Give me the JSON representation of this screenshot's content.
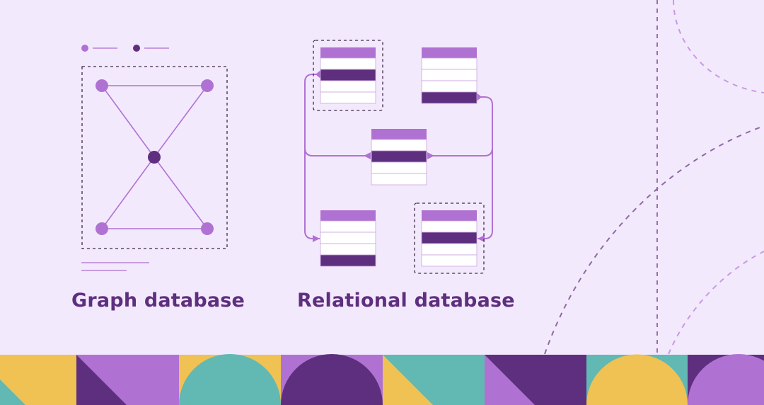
{
  "labels": {
    "graph": "Graph database",
    "relational": "Relational database"
  },
  "colors": {
    "background": "#f3e9fd",
    "light_purple": "#b072d2",
    "dark_purple": "#5e2f7f",
    "teal": "#62b8b2",
    "yellow": "#f0c153",
    "row_white": "#ffffff",
    "dashed": "#3d2a48"
  },
  "graph": {
    "nodes": [
      {
        "id": "top-left",
        "tone": "light"
      },
      {
        "id": "top-right",
        "tone": "light"
      },
      {
        "id": "center",
        "tone": "dark"
      },
      {
        "id": "bottom-left",
        "tone": "light"
      },
      {
        "id": "bottom-right",
        "tone": "light"
      }
    ],
    "edges": [
      [
        "top-left",
        "top-right"
      ],
      [
        "top-left",
        "center"
      ],
      [
        "top-right",
        "center"
      ],
      [
        "center",
        "bottom-left"
      ],
      [
        "center",
        "bottom-right"
      ],
      [
        "bottom-left",
        "bottom-right"
      ]
    ]
  },
  "relational": {
    "tables": [
      {
        "id": "table-top-left",
        "rows": [
          "white",
          "dark",
          "white",
          "white"
        ],
        "selected": true
      },
      {
        "id": "table-top-right",
        "rows": [
          "white",
          "white",
          "white",
          "dark"
        ],
        "selected": false
      },
      {
        "id": "table-center",
        "rows": [
          "white",
          "dark",
          "white",
          "white"
        ],
        "selected": false
      },
      {
        "id": "table-bottom-left",
        "rows": [
          "white",
          "white",
          "white",
          "dark"
        ],
        "selected": false
      },
      {
        "id": "table-bottom-right",
        "rows": [
          "white",
          "dark",
          "white",
          "white"
        ],
        "selected": true
      }
    ]
  }
}
